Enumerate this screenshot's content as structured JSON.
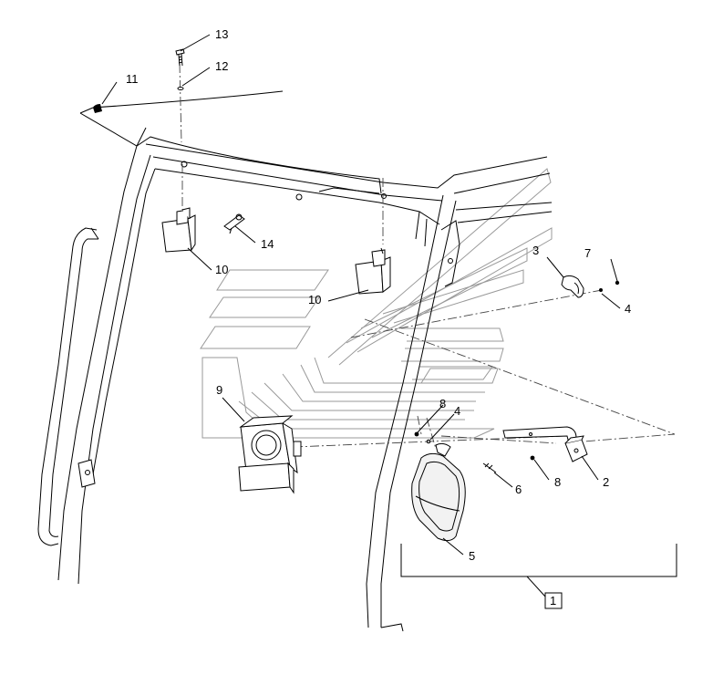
{
  "callouts": [
    {
      "id": "c13",
      "label": "13"
    },
    {
      "id": "c12",
      "label": "12"
    },
    {
      "id": "c11",
      "label": "11"
    },
    {
      "id": "c14",
      "label": "14"
    },
    {
      "id": "c10a",
      "label": "10"
    },
    {
      "id": "c10b",
      "label": "10"
    },
    {
      "id": "c3",
      "label": "3"
    },
    {
      "id": "c7",
      "label": "7"
    },
    {
      "id": "c4a",
      "label": "4"
    },
    {
      "id": "c9",
      "label": "9"
    },
    {
      "id": "c8a",
      "label": "8"
    },
    {
      "id": "c4b",
      "label": "4"
    },
    {
      "id": "c6",
      "label": "6"
    },
    {
      "id": "c8b",
      "label": "8"
    },
    {
      "id": "c2",
      "label": "2"
    },
    {
      "id": "c5",
      "label": "5"
    },
    {
      "id": "c1",
      "label": "1"
    }
  ]
}
